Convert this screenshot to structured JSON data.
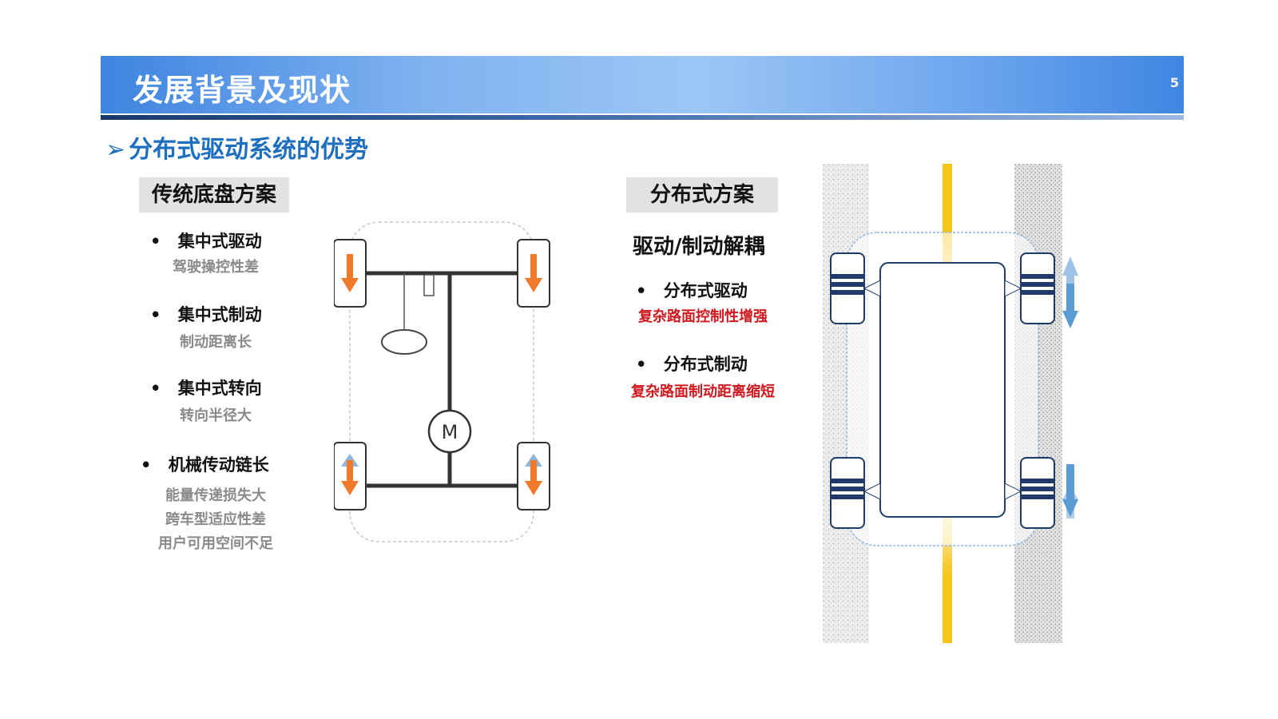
{
  "header": {
    "title": "发展背景及现状",
    "page_number": "5"
  },
  "subtitle": {
    "arrow": "➢",
    "text": "分布式驱动系统的优势"
  },
  "left": {
    "tag": "传统底盘方案",
    "items": [
      {
        "bullet": "•",
        "title": "集中式驱动",
        "desc": [
          "驾驶操控性差"
        ]
      },
      {
        "bullet": "•",
        "title": "集中式制动",
        "desc": [
          "制动距离长"
        ]
      },
      {
        "bullet": "•",
        "title": "集中式转向",
        "desc": [
          "转向半径大"
        ]
      },
      {
        "bullet": "•",
        "title": "机械传动链长",
        "desc": [
          "能量传递损失大",
          "跨车型适应性差",
          "用户可用空间不足"
        ]
      }
    ],
    "diagram": {
      "motor_label": "M"
    }
  },
  "right": {
    "tag": "分布式方案",
    "heading": "驱动/制动解耦",
    "items": [
      {
        "bullet": "•",
        "title": "分布式驱动",
        "desc": "复杂路面控制性增强"
      },
      {
        "bullet": "•",
        "title": "分布式制动",
        "desc": "复杂路面制动距离缩短"
      }
    ]
  },
  "colors": {
    "header_blue": "#3f84e0",
    "subtitle_blue": "#1e6fc0",
    "arrow_orange": "#f07a2a",
    "arrow_blue": "#5b9bd5",
    "arrow_teal": "#4a9fb0",
    "lane_yellow": "#f5c518",
    "tire_navy": "#1f3a6b",
    "highlight_red": "#d0191f"
  }
}
